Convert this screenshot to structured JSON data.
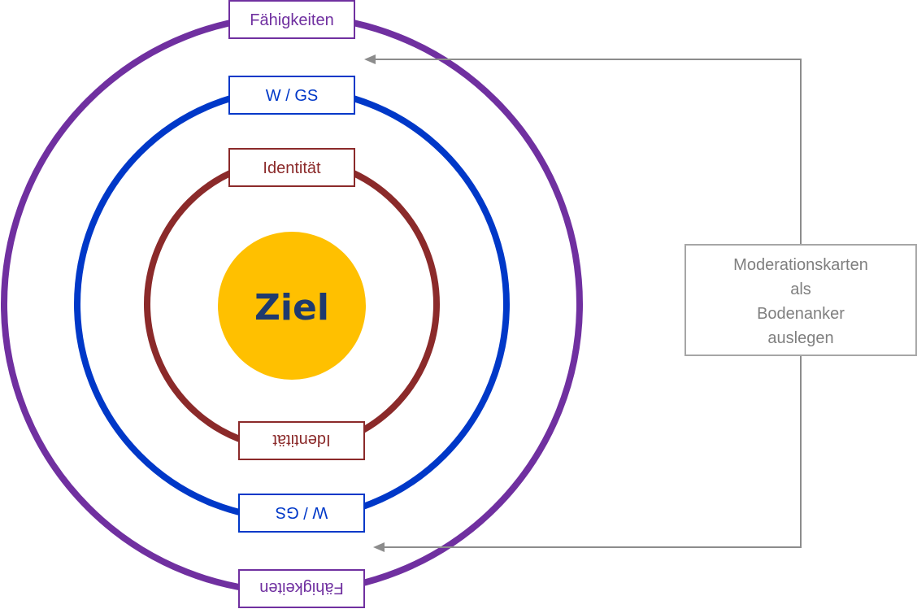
{
  "goal": {
    "label": "Ziel",
    "fill_color": "#FFC000",
    "text_color": "#1F3A6E"
  },
  "rings": [
    {
      "id": "outer",
      "label_top": "Fähigkeiten",
      "label_bottom": "Fähigkeiten",
      "color": "#7030A0"
    },
    {
      "id": "middle",
      "label_top": "W / GS",
      "label_bottom": "W / GS",
      "color": "#0038C8"
    },
    {
      "id": "inner",
      "label_top": "Identität",
      "label_bottom": "Identität",
      "color": "#8B2A2A"
    }
  ],
  "side_note": {
    "lines": [
      "Moderationskarten",
      "als",
      "Bodenanker",
      "auslegen"
    ],
    "border_color": "#A6A6A6",
    "text_color": "#7F7F7F"
  },
  "arrow_color": "#8C8C8C"
}
